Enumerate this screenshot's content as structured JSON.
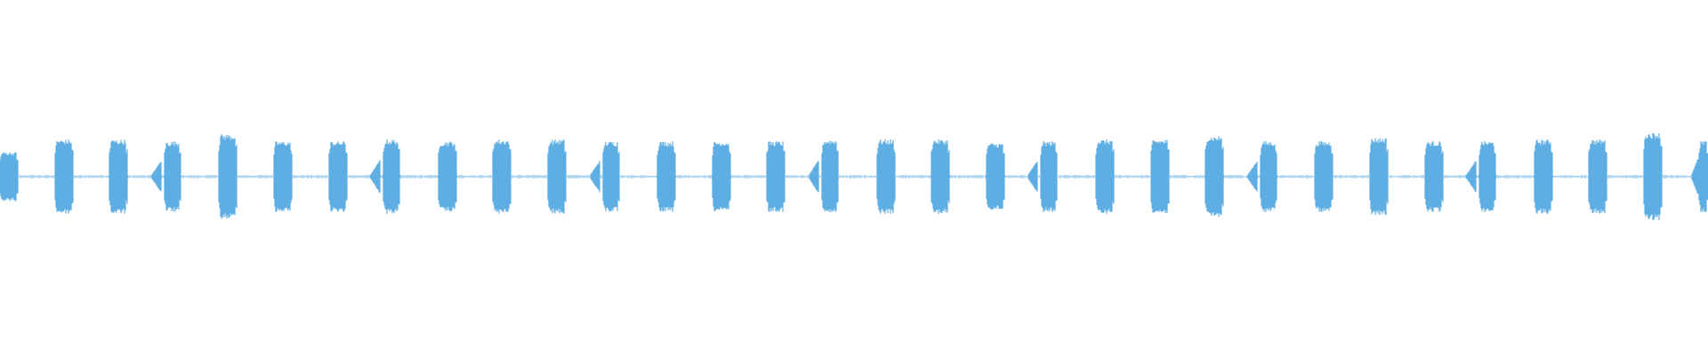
{
  "waveform": {
    "color": "#5eaee3",
    "background": "#ffffff",
    "noise_level": 0.02,
    "bursts": [
      {
        "shape": "block",
        "amp": 0.28
      },
      {
        "shape": "block",
        "amp": 0.42
      },
      {
        "shape": "block",
        "amp": 0.42
      },
      {
        "shape": "pair",
        "amp": 0.4
      },
      {
        "shape": "block",
        "amp": 0.48
      },
      {
        "shape": "block",
        "amp": 0.4
      },
      {
        "shape": "block",
        "amp": 0.4
      },
      {
        "shape": "pair",
        "amp": 0.42
      },
      {
        "shape": "block",
        "amp": 0.4
      },
      {
        "shape": "block",
        "amp": 0.42
      },
      {
        "shape": "block",
        "amp": 0.42
      },
      {
        "shape": "pair",
        "amp": 0.4
      },
      {
        "shape": "block",
        "amp": 0.4
      },
      {
        "shape": "block",
        "amp": 0.4
      },
      {
        "shape": "block",
        "amp": 0.4
      },
      {
        "shape": "pair",
        "amp": 0.42
      },
      {
        "shape": "block",
        "amp": 0.42
      },
      {
        "shape": "block",
        "amp": 0.42
      },
      {
        "shape": "block",
        "amp": 0.38
      },
      {
        "shape": "pair",
        "amp": 0.4
      },
      {
        "shape": "block",
        "amp": 0.42
      },
      {
        "shape": "block",
        "amp": 0.42
      },
      {
        "shape": "block",
        "amp": 0.46
      },
      {
        "shape": "pair",
        "amp": 0.4
      },
      {
        "shape": "block",
        "amp": 0.4
      },
      {
        "shape": "block",
        "amp": 0.44
      },
      {
        "shape": "block",
        "amp": 0.4
      },
      {
        "shape": "pair",
        "amp": 0.4
      },
      {
        "shape": "block",
        "amp": 0.42
      },
      {
        "shape": "block",
        "amp": 0.42
      },
      {
        "shape": "block",
        "amp": 0.5
      },
      {
        "shape": "edge",
        "amp": 0.4
      }
    ]
  }
}
